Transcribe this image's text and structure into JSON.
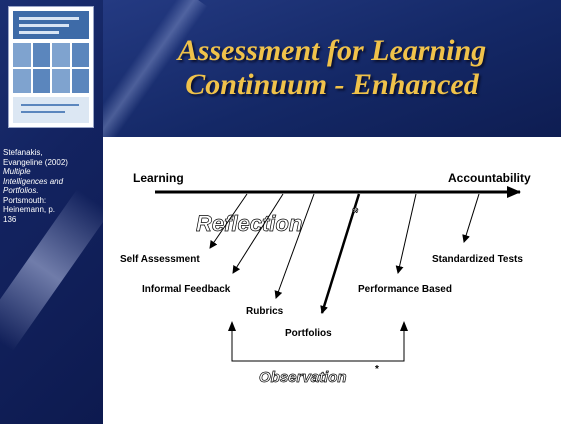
{
  "slide": {
    "title_line1": "Assessment for Learning",
    "title_line2": "Continuum - Enhanced"
  },
  "citation": {
    "line1": "Stefanakis,",
    "line2": "Evangeline (2002)",
    "line3": "Multiple",
    "line4": "Intelligences and",
    "line5": "Portfolios.",
    "line6": "Portsmouth:",
    "line7": "Heinemann, p.",
    "line8": "136"
  },
  "diagram": {
    "left_end": "Learning",
    "right_end": "Accountability",
    "reflection": "Reflection",
    "observation": "Observation",
    "items": {
      "self_assessment": "Self Assessment",
      "informal_feedback": "Informal Feedback",
      "rubrics": "Rubrics",
      "portfolios": "Portfolios",
      "performance_based": "Performance Based",
      "standardized_tests": "Standardized Tests"
    },
    "marker": "*"
  },
  "colors": {
    "header_bg": "#142866",
    "title_text": "#f0c24a",
    "sidebar_bg": "#132360"
  }
}
